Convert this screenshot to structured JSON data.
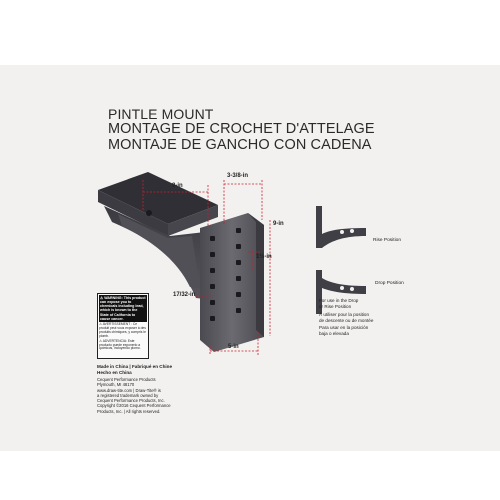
{
  "titles": {
    "en": "PINTLE MOUNT",
    "fr": "MONTAGE DE CROCHET D'ATTELAGE",
    "es": "MONTAJE DE GANCHO CON CADENA"
  },
  "dimensions": {
    "depth": "9-in",
    "offset": "3-3/8-in",
    "height": "9-in",
    "hole_spacing": "1½-in",
    "hole_dia": "17/32-in",
    "width": "5-in"
  },
  "positions": {
    "rise": "Rise Position",
    "drop": "Drop Position"
  },
  "usage_note": {
    "en": "For use in the Drop\nor Rise Position",
    "fr": "À utiliser pour la position\nde descente ou de montée",
    "es": "Para usar en la posición\nbaja o elevada"
  },
  "warning": {
    "header": "⚠ WARNING: This product can expose you to chemicals including lead, which is known to the State of California to cause cancer.",
    "body_fr": "⚠ AVERTISSEMENT : Ce produit peut vous exposer à des produits chimiques, y compris le plomb.",
    "body_es": "⚠ ADVERTENCIA: Este producto puede exponerlo a químicos, incluyendo plomo."
  },
  "footer": {
    "made_in": "Made in China  |  Fabriqué en Chine\nHecho en China",
    "company": "Cequent Performance Products\nPlymouth, MI  48170\nwww.draw-tite.com  |  Draw-Tite® is\na registered trademark owned by\nCequent Performance Products, Inc.\nCopyright ©2016 Cequent Performance\nProducts, Inc.  |  All rights reserved."
  },
  "colors": {
    "card": "#f2f1ef",
    "metal_dark": "#3d3d42",
    "metal_mid": "#5a5a60",
    "dim_line": "#cc1f2b"
  }
}
